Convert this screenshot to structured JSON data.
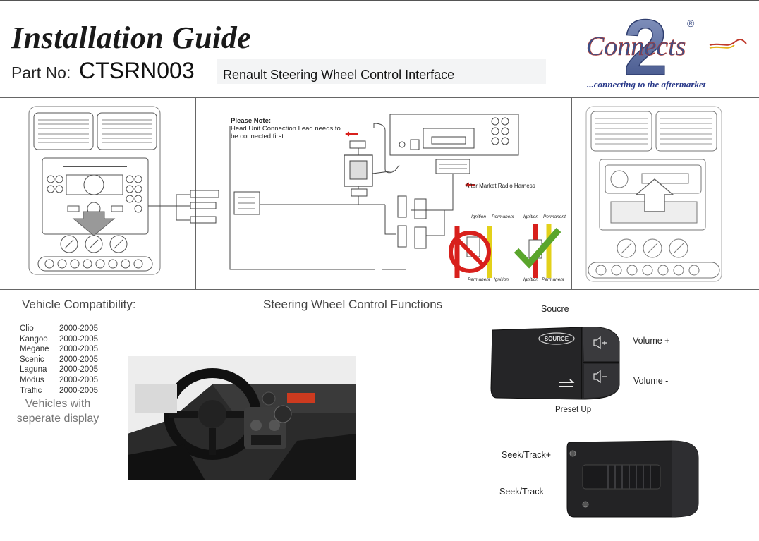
{
  "header": {
    "title": "Installation Guide",
    "part_label": "Part No:",
    "part_number": "CTSRN003",
    "subtitle": "Renault Steering Wheel Control Interface"
  },
  "logo": {
    "digit": "2",
    "wordmark": "Connects",
    "registered": "®",
    "tagline": "...connecting to the aftermarket"
  },
  "wiring": {
    "note_title": "Please Note:",
    "note_text_1": "Head Unit Connection Lead needs to",
    "note_text_2": "be connected first",
    "harness_label": "After Market Radio Harness",
    "ignition_label": "Ignition",
    "permanent_label": "Permanent"
  },
  "compatibility": {
    "heading": "Vehicle Compatibility:",
    "vehicles": [
      {
        "name": "Clio",
        "years": "2000-2005"
      },
      {
        "name": "Kangoo",
        "years": "2000-2005"
      },
      {
        "name": "Megane",
        "years": "2000-2005"
      },
      {
        "name": "Scenic",
        "years": "2000-2005"
      },
      {
        "name": "Laguna",
        "years": "2000-2005"
      },
      {
        "name": "Modus",
        "years": "2000-2005"
      },
      {
        "name": "Traffic",
        "years": "2000-2005"
      }
    ],
    "footnote": "Vehicles with seperate display"
  },
  "functions": {
    "heading": "Steering Wheel Control Functions",
    "source_label": "Soucre",
    "source_button": "SOURCE",
    "volume_up": "Volume +",
    "volume_down": "Volume -",
    "preset_up": "Preset Up",
    "seek_up": "Seek/Track+",
    "seek_down": "Seek/Track-"
  },
  "colors": {
    "logo_blue": "#3d4f86",
    "logo_red": "#c0392b",
    "logo_yellow": "#e3b21a",
    "no_red": "#d8201c",
    "check_green": "#5aa52c"
  }
}
